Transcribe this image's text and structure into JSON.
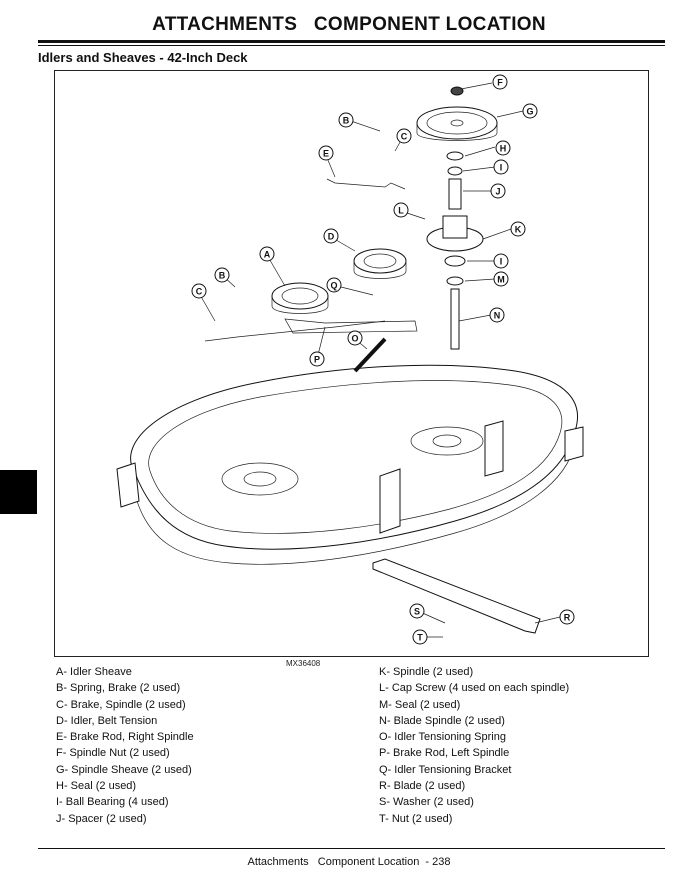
{
  "header": {
    "title": "ATTACHMENTS   COMPONENT LOCATION",
    "subtitle": "Idlers and Sheaves - 42-Inch Deck"
  },
  "figure": {
    "code": "MX36408",
    "callouts": [
      "F",
      "G",
      "B",
      "C",
      "H",
      "I",
      "J",
      "E",
      "L",
      "K",
      "D",
      "A",
      "I",
      "M",
      "B",
      "Q",
      "C",
      "N",
      "O",
      "P",
      "R",
      "S",
      "T"
    ]
  },
  "legend": {
    "left": [
      "A- Idler Sheave",
      "B- Spring, Brake (2 used)",
      "C- Brake, Spindle (2 used)",
      "D- Idler, Belt Tension",
      "E- Brake Rod, Right Spindle",
      "F- Spindle Nut (2 used)",
      "G- Spindle Sheave (2 used)",
      "H- Seal (2 used)",
      "I- Ball Bearing (4 used)",
      "J- Spacer (2 used)"
    ],
    "right": [
      "K- Spindle (2 used)",
      "L- Cap Screw (4 used on each spindle)",
      "M- Seal (2 used)",
      "N- Blade Spindle (2 used)",
      "O- Idler Tensioning Spring",
      "P- Brake Rod, Left Spindle",
      "Q- Idler Tensioning Bracket",
      "R- Blade (2 used)",
      "S- Washer (2 used)",
      "T- Nut (2 used)"
    ]
  },
  "footer": {
    "text": "Attachments   Component Location  - 238"
  }
}
